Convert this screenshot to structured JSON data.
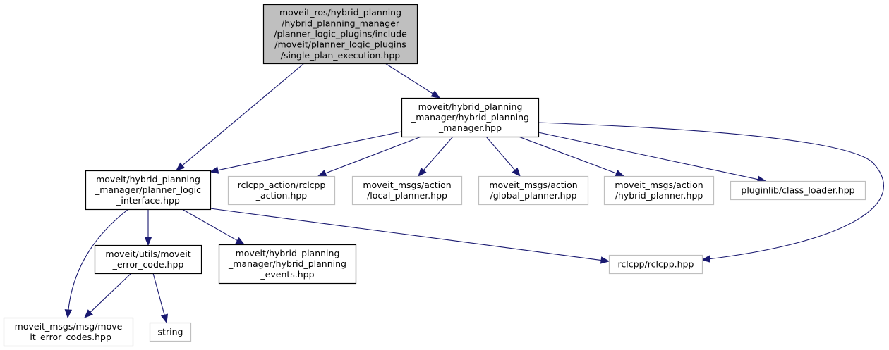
{
  "diagram": {
    "type": "include-dependency-graph",
    "edge_color": "#191970",
    "nodes": [
      {
        "id": "root",
        "lines": [
          "moveit_ros/hybrid_planning",
          "/hybrid_planning_manager",
          "/planner_logic_plugins/include",
          "/moveit/planner_logic_plugins",
          "/single_plan_execution.hpp"
        ],
        "style": "root",
        "fill": "#bfbfbf",
        "stroke": "#000000"
      },
      {
        "id": "hpm",
        "lines": [
          "moveit/hybrid_planning",
          "_manager/hybrid_planning",
          "_manager.hpp"
        ],
        "style": "local",
        "fill": "#ffffff",
        "stroke": "#000000"
      },
      {
        "id": "pli",
        "lines": [
          "moveit/hybrid_planning",
          "_manager/planner_logic",
          "_interface.hpp"
        ],
        "style": "local",
        "fill": "#ffffff",
        "stroke": "#000000"
      },
      {
        "id": "rclcpp_action",
        "lines": [
          "rclcpp_action/rclcpp",
          "_action.hpp"
        ],
        "style": "external",
        "fill": "#ffffff",
        "stroke": "#bfbfbf"
      },
      {
        "id": "local_planner",
        "lines": [
          "moveit_msgs/action",
          "/local_planner.hpp"
        ],
        "style": "external",
        "fill": "#ffffff",
        "stroke": "#bfbfbf"
      },
      {
        "id": "global_planner",
        "lines": [
          "moveit_msgs/action",
          "/global_planner.hpp"
        ],
        "style": "external",
        "fill": "#ffffff",
        "stroke": "#bfbfbf"
      },
      {
        "id": "hybrid_planner",
        "lines": [
          "moveit_msgs/action",
          "/hybrid_planner.hpp"
        ],
        "style": "external",
        "fill": "#ffffff",
        "stroke": "#bfbfbf"
      },
      {
        "id": "class_loader",
        "lines": [
          "pluginlib/class_loader.hpp"
        ],
        "style": "external",
        "fill": "#ffffff",
        "stroke": "#bfbfbf"
      },
      {
        "id": "error_code",
        "lines": [
          "moveit/utils/moveit",
          "_error_code.hpp"
        ],
        "style": "local",
        "fill": "#ffffff",
        "stroke": "#000000"
      },
      {
        "id": "events",
        "lines": [
          "moveit/hybrid_planning",
          "_manager/hybrid_planning",
          "_events.hpp"
        ],
        "style": "local",
        "fill": "#ffffff",
        "stroke": "#000000"
      },
      {
        "id": "rclcpp",
        "lines": [
          "rclcpp/rclcpp.hpp"
        ],
        "style": "external",
        "fill": "#ffffff",
        "stroke": "#bfbfbf"
      },
      {
        "id": "error_codes_msg",
        "lines": [
          "moveit_msgs/msg/move",
          "_it_error_codes.hpp"
        ],
        "style": "external",
        "fill": "#ffffff",
        "stroke": "#bfbfbf"
      },
      {
        "id": "string",
        "lines": [
          "string"
        ],
        "style": "external",
        "fill": "#ffffff",
        "stroke": "#bfbfbf"
      }
    ],
    "edges": [
      {
        "from": "root",
        "to": "pli"
      },
      {
        "from": "root",
        "to": "hpm"
      },
      {
        "from": "hpm",
        "to": "pli"
      },
      {
        "from": "hpm",
        "to": "rclcpp_action"
      },
      {
        "from": "hpm",
        "to": "local_planner"
      },
      {
        "from": "hpm",
        "to": "global_planner"
      },
      {
        "from": "hpm",
        "to": "hybrid_planner"
      },
      {
        "from": "hpm",
        "to": "class_loader"
      },
      {
        "from": "hpm",
        "to": "rclcpp"
      },
      {
        "from": "pli",
        "to": "error_codes_msg"
      },
      {
        "from": "pli",
        "to": "error_code"
      },
      {
        "from": "pli",
        "to": "events"
      },
      {
        "from": "pli",
        "to": "rclcpp"
      },
      {
        "from": "error_code",
        "to": "error_codes_msg"
      },
      {
        "from": "error_code",
        "to": "string"
      }
    ]
  }
}
